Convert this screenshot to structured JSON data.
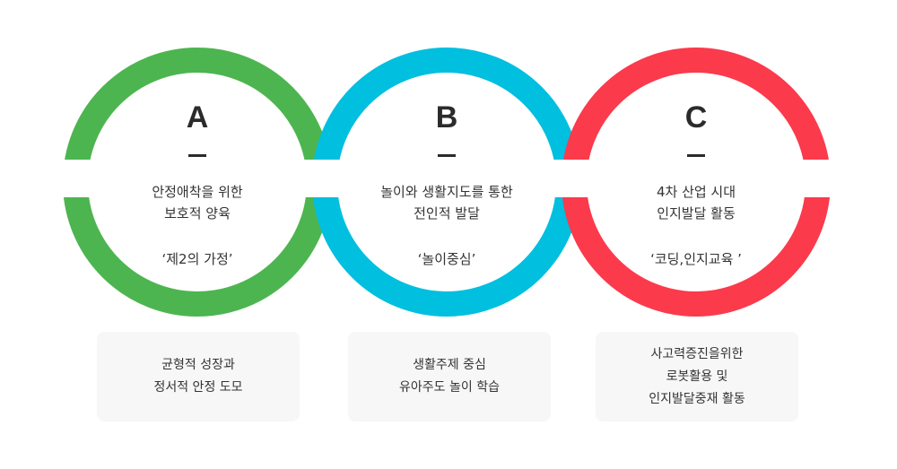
{
  "colors": {
    "a": "#4db550",
    "b": "#00bfdf",
    "c": "#fb3a4c"
  },
  "items": [
    {
      "letter": "A",
      "desc": [
        "안정애착을 위한",
        "보호적 양육"
      ],
      "quote": "‘제2의 가정’",
      "box": [
        "균형적 성장과",
        "정서적 안정 도모"
      ]
    },
    {
      "letter": "B",
      "desc": [
        "놀이와 생활지도를 통한",
        "전인적 발달"
      ],
      "quote": "‘놀이중심’",
      "box": [
        "생활주제 중심",
        "유아주도 놀이 학습"
      ]
    },
    {
      "letter": "C",
      "desc": [
        "4차 산업 시대",
        "인지발달 활동"
      ],
      "quote": "‘코딩,인지교육 ’",
      "box": [
        "사고력증진을위한",
        "로봇활용 및",
        "인지발달중재 활동"
      ]
    }
  ]
}
